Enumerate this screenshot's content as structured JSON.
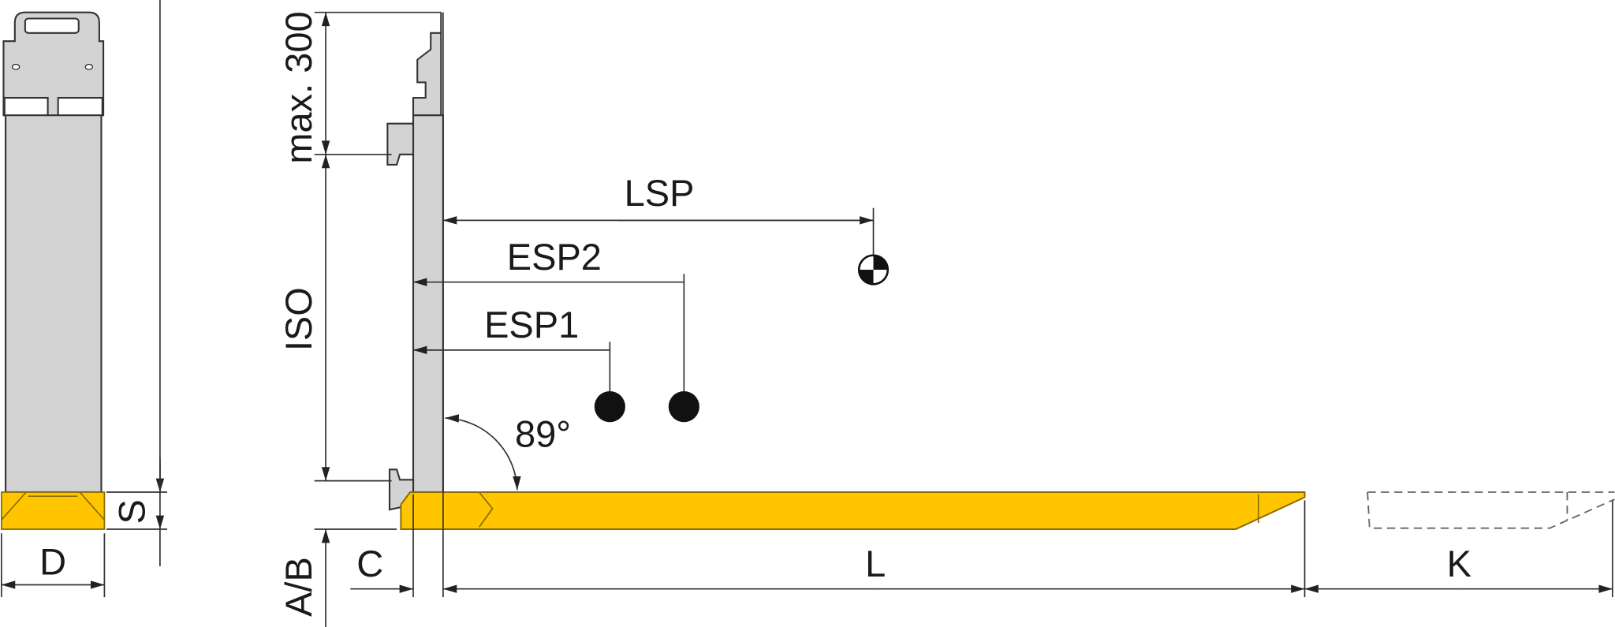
{
  "colors": {
    "fork_yellow": "#FFC600",
    "carriage_gray": "#D3D3D3",
    "line": "#333333"
  },
  "labels": {
    "max300": "max. 300",
    "iso": "ISO",
    "ab": "A/B",
    "c": "C",
    "l": "L",
    "k": "K",
    "d": "D",
    "s": "S",
    "lsp": "LSP",
    "esp2": "ESP2",
    "esp1": "ESP1",
    "angle": "89°"
  }
}
